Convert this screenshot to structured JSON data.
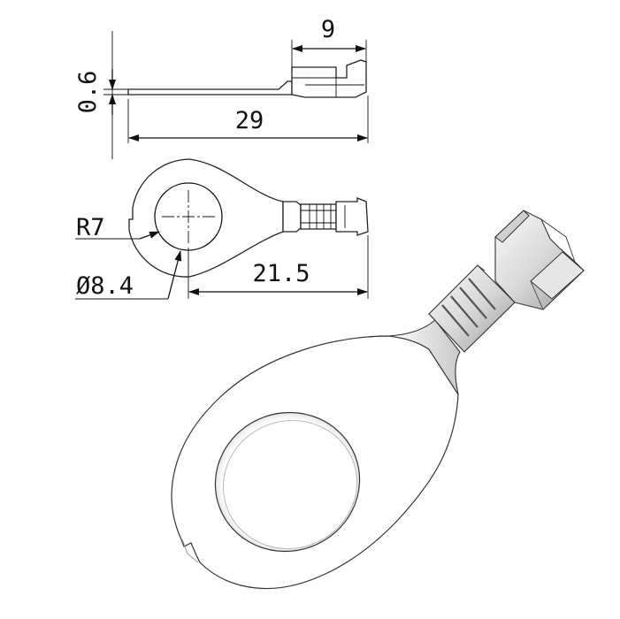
{
  "dimensions": {
    "thickness": "0.6",
    "overall_length": "29",
    "crimp_length": "9",
    "radius": "R7",
    "hole_diameter": "Ø8.4",
    "center_to_end": "21.5"
  }
}
